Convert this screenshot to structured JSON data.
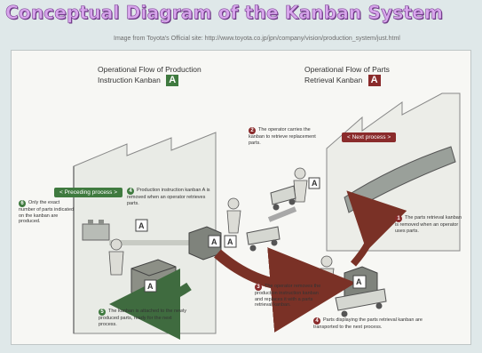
{
  "title": "Conceptual Diagram of the Kanban System",
  "caption": "Image from Toyota's Official site: http://www.toyota.co.jp/jpn/company/vision/production_system/just.html",
  "left_heading": {
    "line1": "Operational Flow of Production",
    "line2": "Instruction Kanban",
    "badge": "A"
  },
  "right_heading": {
    "line1": "Operational Flow of Parts",
    "line2": "Retrieval Kanban",
    "badge": "A"
  },
  "labels": {
    "preceding": "< Preceding process >",
    "next": "< Next process >"
  },
  "steps": [
    {
      "num": "1",
      "text": "The parts retrieval kanban is removed when an operator uses parts."
    },
    {
      "num": "2",
      "text": "The operator carries the kanban to retrieve replacement parts."
    },
    {
      "num": "3",
      "text": "The operator removes the production instruction kanban and replaces it with a parts retrieval kanban."
    },
    {
      "num": "4",
      "text": "Parts displaying the parts retrieval kanban are transported to the next process."
    },
    {
      "num": "4",
      "text": "Production instruction kanban A is removed when an operator retrieves parts."
    },
    {
      "num": "5",
      "text": "The kanban is attached to the newly produced parts, ready for the next process."
    },
    {
      "num": "6",
      "text": "Only the exact number of parts indicated on the kanban are produced."
    }
  ],
  "kanban_letter": "A",
  "colors": {
    "title": "#d8a6ec",
    "green": "#3f7a3f",
    "red": "#8a2b2b",
    "arrow": "#7a3126",
    "teal": "#2f7f76"
  }
}
